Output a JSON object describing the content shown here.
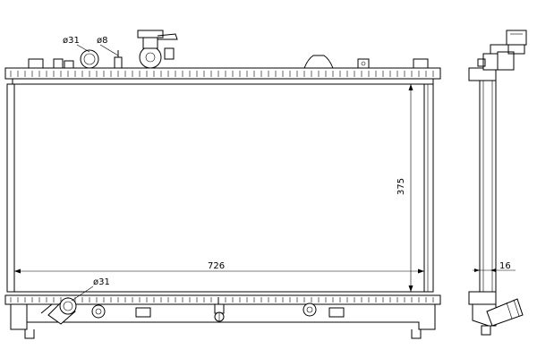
{
  "dimensions": {
    "core_width": "726",
    "core_height": "375",
    "core_thickness": "16",
    "inlet_diameter": "ø31",
    "sensor_diameter": "ø8",
    "outlet_diameter": "ø31"
  },
  "colors": {
    "line": "#000000",
    "background": "#ffffff"
  }
}
